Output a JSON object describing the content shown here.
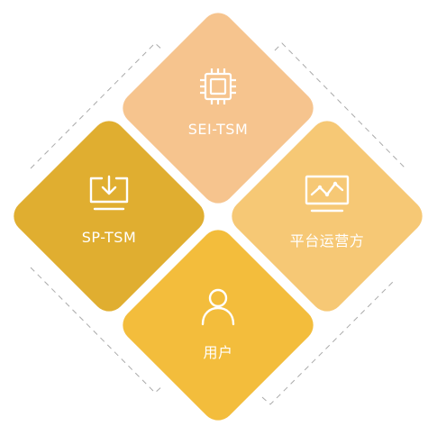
{
  "diagram": {
    "nodes": [
      {
        "id": "top",
        "label": "SEI-TSM",
        "icon": "chip-icon",
        "color": "#F6C48E"
      },
      {
        "id": "left",
        "label": "SP-TSM",
        "icon": "download-monitor-icon",
        "color": "#E0AE30"
      },
      {
        "id": "right",
        "label": "平台运营方",
        "icon": "chart-monitor-icon",
        "color": "#F6C875"
      },
      {
        "id": "bottom",
        "label": "用户",
        "icon": "user-icon",
        "color": "#F3BD3C"
      }
    ],
    "dash_color": "#AAAAAA"
  }
}
